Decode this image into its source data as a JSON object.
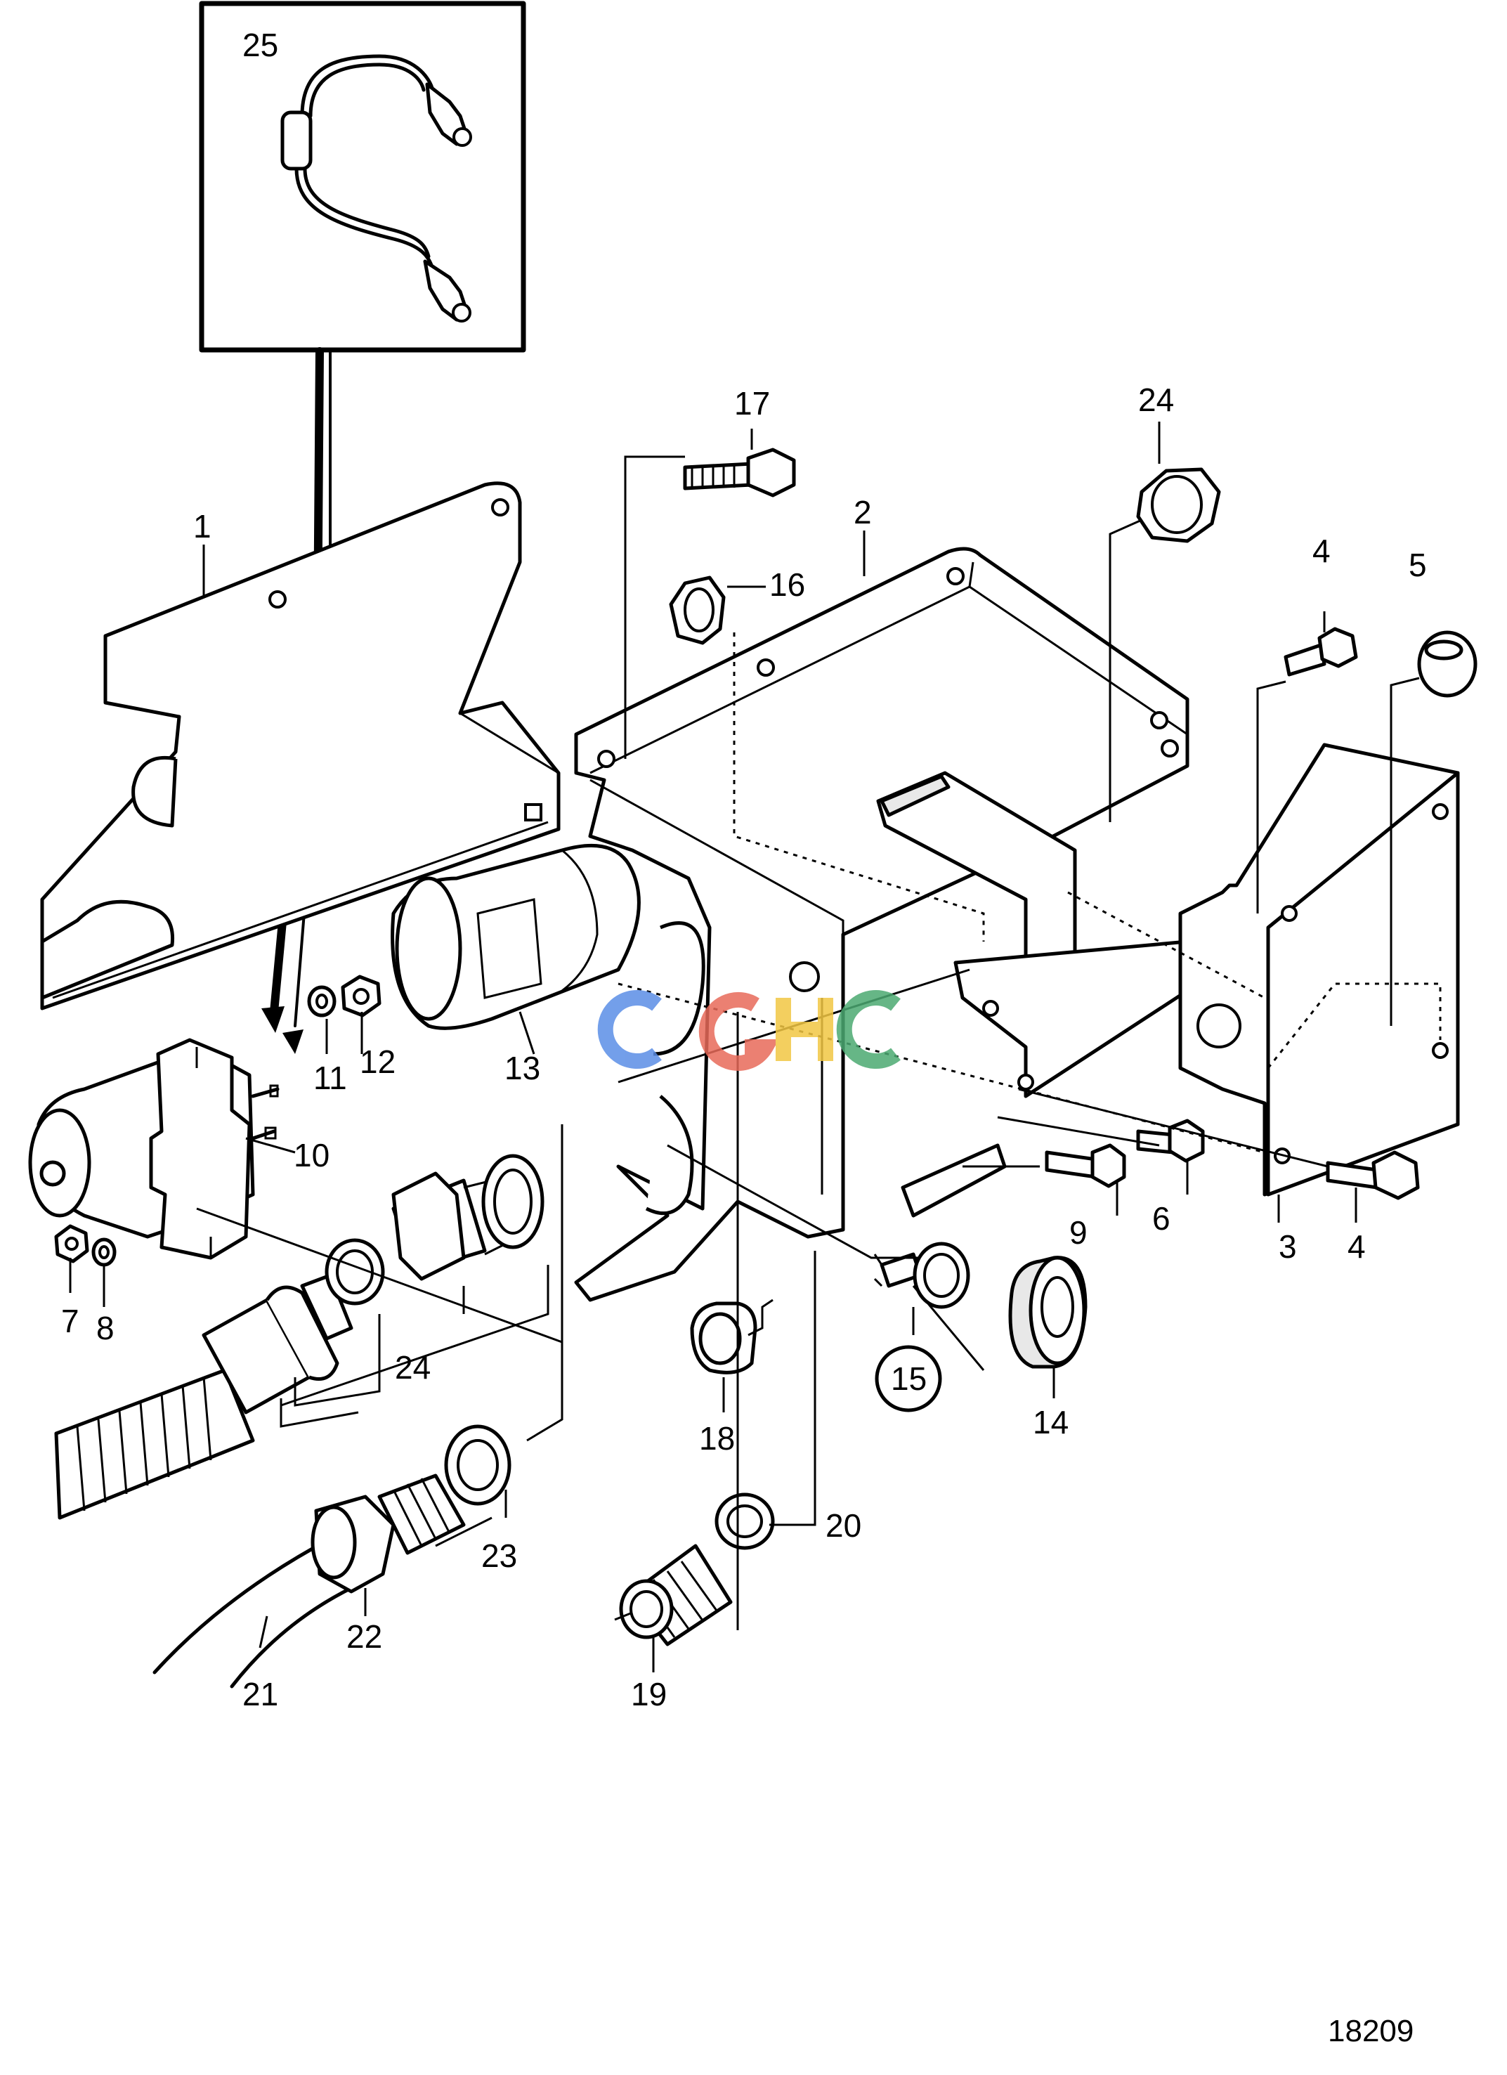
{
  "callouts": [
    {
      "id": "c25",
      "text": "25"
    },
    {
      "id": "c17",
      "text": "17"
    },
    {
      "id": "c24a",
      "text": "24"
    },
    {
      "id": "c1",
      "text": "1"
    },
    {
      "id": "c2",
      "text": "2"
    },
    {
      "id": "c16",
      "text": "16"
    },
    {
      "id": "c4a",
      "text": "4"
    },
    {
      "id": "c5",
      "text": "5"
    },
    {
      "id": "c11",
      "text": "11"
    },
    {
      "id": "c12",
      "text": "12"
    },
    {
      "id": "c13",
      "text": "13"
    },
    {
      "id": "c10",
      "text": "10"
    },
    {
      "id": "c7",
      "text": "7"
    },
    {
      "id": "c8",
      "text": "8"
    },
    {
      "id": "c24b",
      "text": "24"
    },
    {
      "id": "c9",
      "text": "9"
    },
    {
      "id": "c6",
      "text": "6"
    },
    {
      "id": "c3",
      "text": "3"
    },
    {
      "id": "c4b",
      "text": "4"
    },
    {
      "id": "c15",
      "text": "15"
    },
    {
      "id": "c14",
      "text": "14"
    },
    {
      "id": "c18",
      "text": "18"
    },
    {
      "id": "c23",
      "text": "23"
    },
    {
      "id": "c20",
      "text": "20"
    },
    {
      "id": "c22",
      "text": "22"
    },
    {
      "id": "c21",
      "text": "21"
    },
    {
      "id": "c19",
      "text": "19"
    }
  ],
  "drawing_number": "18209",
  "watermark": "CGHC",
  "watermark_colors": [
    "#5b8ee6",
    "#e86a5a",
    "#f2c744",
    "#4caa72"
  ]
}
